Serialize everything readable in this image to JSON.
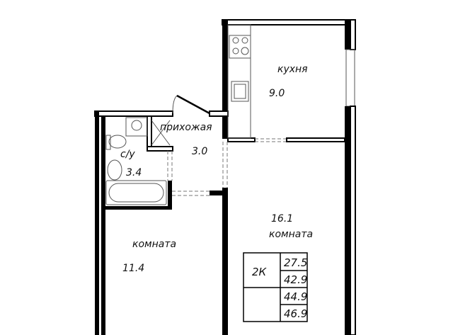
{
  "rooms": {
    "kitchen": {
      "name": "кухня",
      "area": "9.0"
    },
    "hallway": {
      "name": "прихожая",
      "area": "3.0"
    },
    "bathroom": {
      "name": "с/у",
      "area": "3.4"
    },
    "room_large": {
      "name": "комната",
      "area": "16.1"
    },
    "room_small": {
      "name": "комната",
      "area": "11.4"
    }
  },
  "summary": {
    "type": "2К",
    "areas": [
      "27.5",
      "42.9",
      "44.9",
      "46.9"
    ]
  }
}
